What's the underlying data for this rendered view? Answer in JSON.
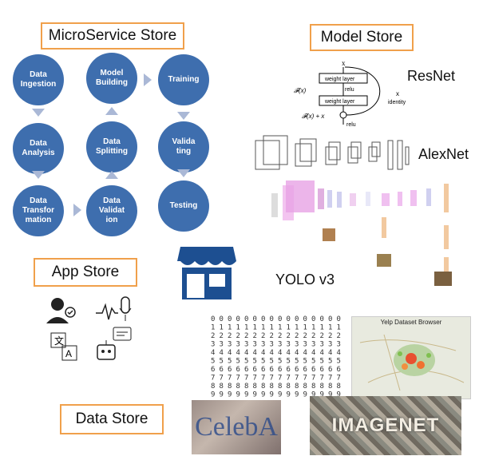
{
  "titles": {
    "microservice": "MicroService Store",
    "model": "Model Store",
    "app": "App Store",
    "data": "Data Store"
  },
  "pipeline": {
    "ingestion": "Data\nIngestion",
    "analysis": "Data\nAnalysis",
    "transformation": "Data\nTransfor\nmation",
    "validation": "Data\nValidat\nion",
    "splitting": "Data\nSplitting",
    "building": "Model\nBuilding",
    "training": "Training",
    "validating": "Valida\nting",
    "testing": "Testing"
  },
  "models": {
    "resnet": "ResNet",
    "alexnet": "AlexNet",
    "yolo": "YOLO v3"
  },
  "resnet_diagram": {
    "x_in": "x",
    "layer1": "weight layer",
    "relu1": "relu",
    "layer2": "weight layer",
    "fx": "𝓕(x)",
    "sum": "𝓕(x) + x",
    "x_side": "x",
    "identity": "identity",
    "relu2": "relu"
  },
  "datasets": {
    "yelp_title": "Yelp Dataset Browser",
    "celeba": "CelebA",
    "imagenet": "IMAGENET"
  },
  "app_icons": {
    "person": "person-check-icon",
    "voice": "voice-mic-icon",
    "translate": "translate-icon",
    "chatbot": "chatbot-icon"
  }
}
